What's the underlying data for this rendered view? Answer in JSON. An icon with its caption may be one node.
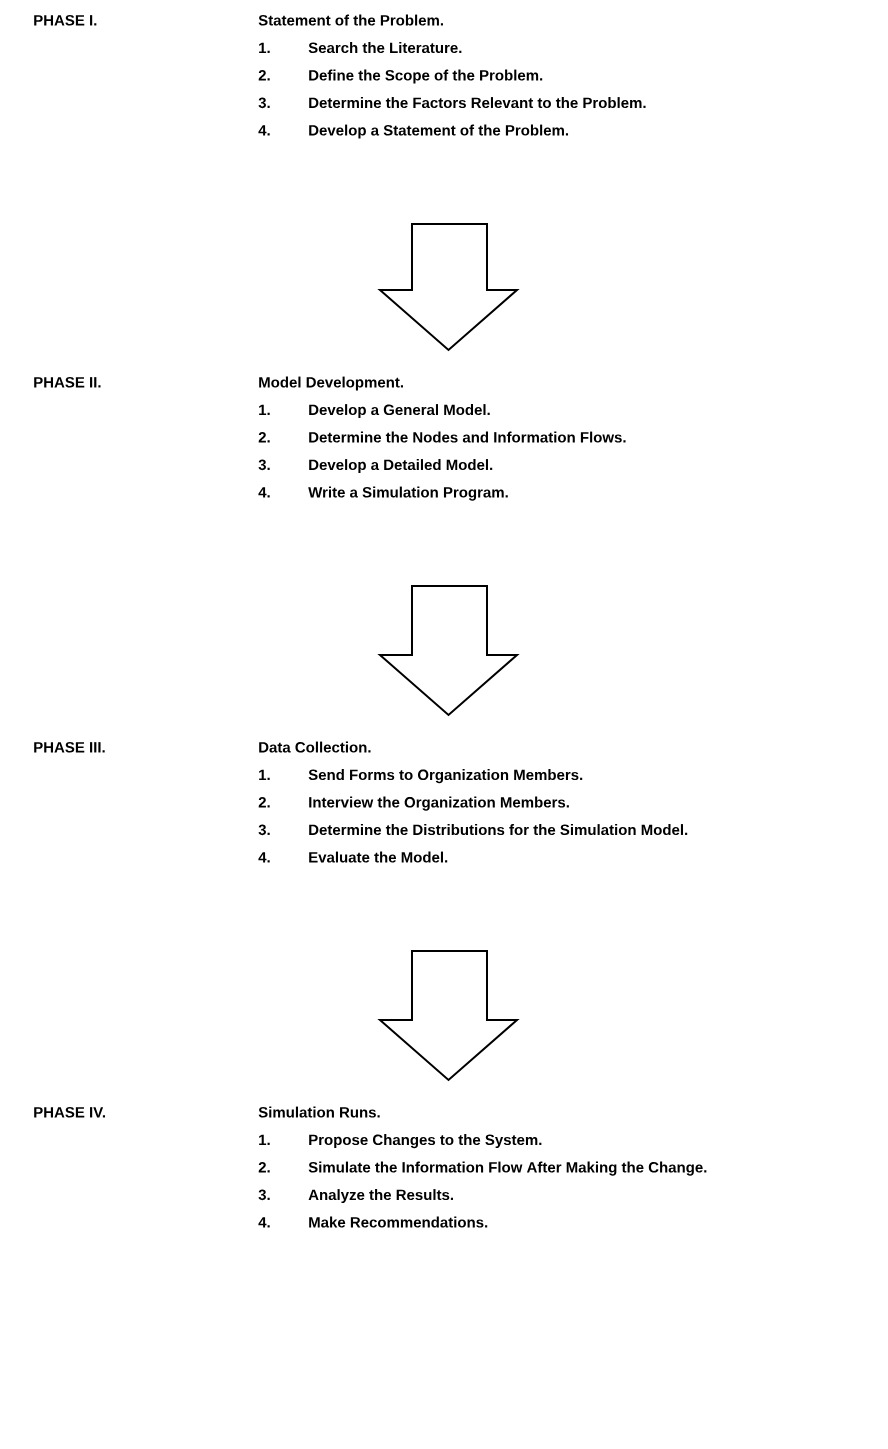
{
  "diagram": {
    "nodes": [
      {
        "text": [
          "PHASE I.",
          "Statement of the Problem.",
          "1.",
          "Search the Literature.",
          "2.",
          "Define the Scope of the Problem.",
          "3.",
          "Determine the Factors Relevant to the Problem.",
          "4.",
          "Develop a Statement of the Problem."
        ]
      },
      {
        "text": [
          "PHASE II.",
          "Model Development.",
          "1.",
          "Develop a General Model.",
          "2.",
          "Determine the Nodes and Information Flows.",
          "3.",
          "Develop a Detailed Model.",
          "4.",
          "Write a Simulation Program."
        ]
      },
      {
        "text": [
          "PHASE III.",
          "Data Collection.",
          "1.",
          "Send Forms to Organization Members.",
          "2.",
          "Interview the Organization Members.",
          "3.",
          "Determine the Distributions for the Simulation Model.",
          "4.",
          "Evaluate the Model."
        ]
      },
      {
        "text": [
          "PHASE IV.",
          "Simulation Runs.",
          "1.",
          "Propose Changes to the System.",
          "2.",
          "Simulate the Information Flow After Making the Change.",
          "3.",
          "Analyze the Results.",
          "4.",
          "Make Recommendations."
        ]
      }
    ],
    "edges": [
      {
        "from": 0,
        "to": 1,
        "arrow": "to"
      },
      {
        "from": 1,
        "to": 2,
        "arrow": "to"
      },
      {
        "from": 2,
        "to": 3,
        "arrow": "to"
      }
    ]
  }
}
